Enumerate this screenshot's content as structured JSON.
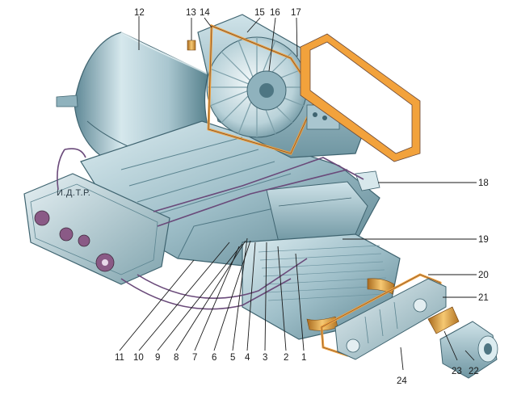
{
  "brand_mark": "И.Д.Т.Р.",
  "callouts": {
    "c1": "1",
    "c2": "2",
    "c3": "3",
    "c4": "4",
    "c5": "5",
    "c6": "6",
    "c7": "7",
    "c8": "8",
    "c9": "9",
    "c10": "10",
    "c11": "11",
    "c12": "12",
    "c13": "13",
    "c14": "14",
    "c15": "15",
    "c16": "16",
    "c17": "17",
    "c18": "18",
    "c19": "19",
    "c20": "20",
    "c21": "21",
    "c22": "22",
    "c23": "23",
    "c24": "24"
  },
  "colors": {
    "housing_light": "#c9dfe6",
    "housing_mid": "#8fb2bd",
    "housing_dark": "#4e7683",
    "gasket_orange": "#f2a23c",
    "gasket_dark": "#6b4a3a",
    "cable_purple": "#6a4a7a",
    "fitting_gold": "#e0a64a",
    "line_black": "#1a1a1a"
  }
}
